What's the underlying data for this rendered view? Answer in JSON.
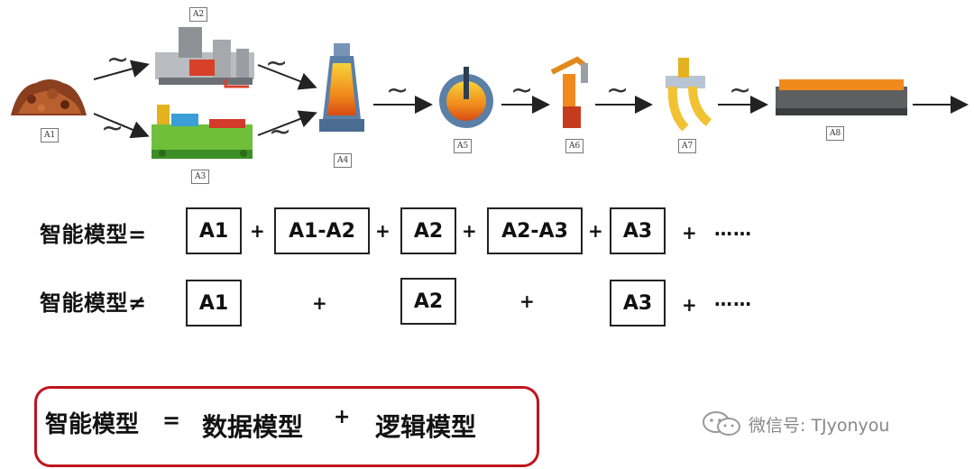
{
  "process": {
    "stage_labels": {
      "a1": "A1",
      "a2": "A2",
      "a3": "A3",
      "a4": "A4",
      "a5": "A5",
      "a6": "A6",
      "a7": "A7",
      "a8": "A8"
    },
    "tilde": "~"
  },
  "equation_equal": {
    "title": "智能模型=",
    "boxes": [
      "A1",
      "A1-A2",
      "A2",
      "A2-A3",
      "A3"
    ],
    "plus": "+",
    "ellipsis": "……"
  },
  "equation_notequal": {
    "title": "智能模型≠",
    "boxes": [
      "A1",
      "A2",
      "A3"
    ],
    "plus": "+",
    "ellipsis": "……"
  },
  "summary": {
    "left": "智能模型",
    "equals": "=",
    "data_model": "数据模型",
    "plus": "+",
    "logic_model": "逻辑模型"
  },
  "watermark": {
    "text": "微信号: TJyonyou"
  },
  "colors": {
    "accent_red": "#c0141c",
    "arrow": "#222222"
  }
}
